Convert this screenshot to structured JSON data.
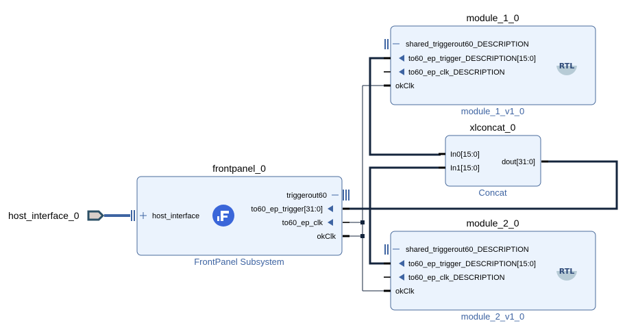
{
  "external_port": {
    "label": "host_interface_0"
  },
  "blocks": {
    "frontpanel": {
      "instance": "frontpanel_0",
      "type_label": "FrontPanel Subsystem",
      "icon": "frontpanel-logo-icon",
      "ports_left": [
        "host_interface"
      ],
      "ports_right": [
        "triggerout60",
        "to60_ep_trigger[31:0]",
        "to60_ep_clk",
        "okClk"
      ]
    },
    "module1": {
      "instance": "module_1_0",
      "type_label": "module_1_v1_0",
      "badge": "RTL",
      "ports": [
        "shared_triggerout60_DESCRIPTION",
        "to60_ep_trigger_DESCRIPTION[15:0]",
        "to60_ep_clk_DESCRIPTION",
        "okClk"
      ]
    },
    "concat": {
      "instance": "xlconcat_0",
      "type_label": "Concat",
      "ports_left": [
        "In0[15:0]",
        "In1[15:0]"
      ],
      "ports_right": [
        "dout[31:0]"
      ]
    },
    "module2": {
      "instance": "module_2_0",
      "type_label": "module_2_v1_0",
      "badge": "RTL",
      "ports": [
        "shared_triggerout60_DESCRIPTION",
        "to60_ep_trigger_DESCRIPTION[15:0]",
        "to60_ep_clk_DESCRIPTION",
        "okClk"
      ]
    }
  },
  "colors": {
    "block_fill": "#ebf3fd",
    "block_border": "#4a6b9c",
    "type_label": "#3e64a2",
    "wire": "#14253d",
    "frontpanel_logo": "#3a66d9",
    "rtl_badge": "#b7cbd6"
  }
}
